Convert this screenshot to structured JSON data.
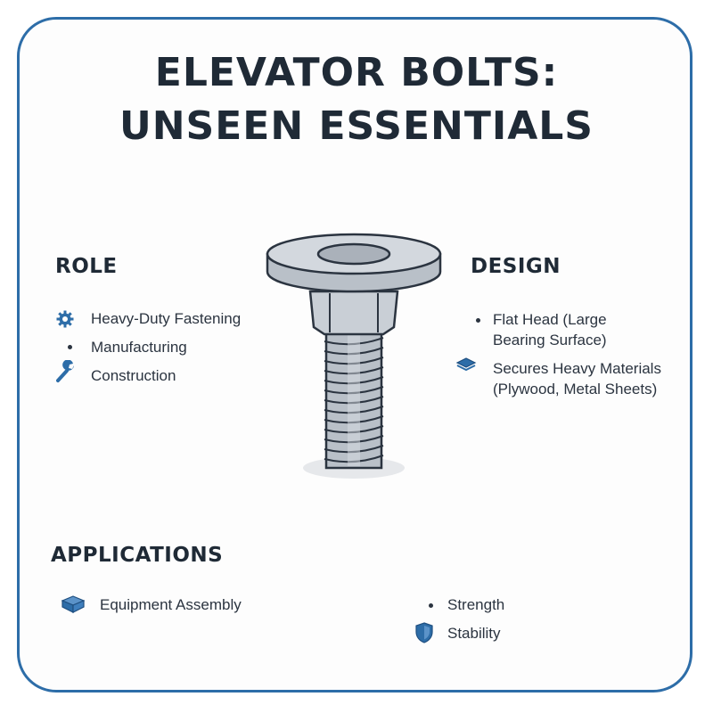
{
  "title": {
    "line1": "ELEVATOR BOLTS:",
    "line2": "UNSEEN ESSENTIALS"
  },
  "role": {
    "heading": "ROLE",
    "items": [
      {
        "label": "Heavy-Duty Fastening",
        "icon": "gear-icon"
      },
      {
        "label": "Manufacturing",
        "icon": "bullet"
      },
      {
        "label": "Construction",
        "icon": "wrench-icon"
      }
    ]
  },
  "design": {
    "heading": "DESIGN",
    "items": [
      {
        "line1": "Flat Head (Large",
        "line2": "Bearing Surface)",
        "icon": "bullet"
      },
      {
        "line1": "Secures Heavy Materials",
        "line2": "(Plywood, Metal Sheets)",
        "icon": "layers-icon"
      }
    ]
  },
  "applications": {
    "heading": "APPLICATIONS",
    "items": [
      {
        "label": "Equipment Assembly",
        "icon": "box-icon"
      },
      {
        "label": "Strength",
        "icon": "bullet"
      },
      {
        "label": "Stability",
        "icon": "shield-icon"
      }
    ]
  },
  "colors": {
    "accent": "#2d6da8",
    "text": "#1f2a36",
    "steel": "#c9cfd6"
  }
}
